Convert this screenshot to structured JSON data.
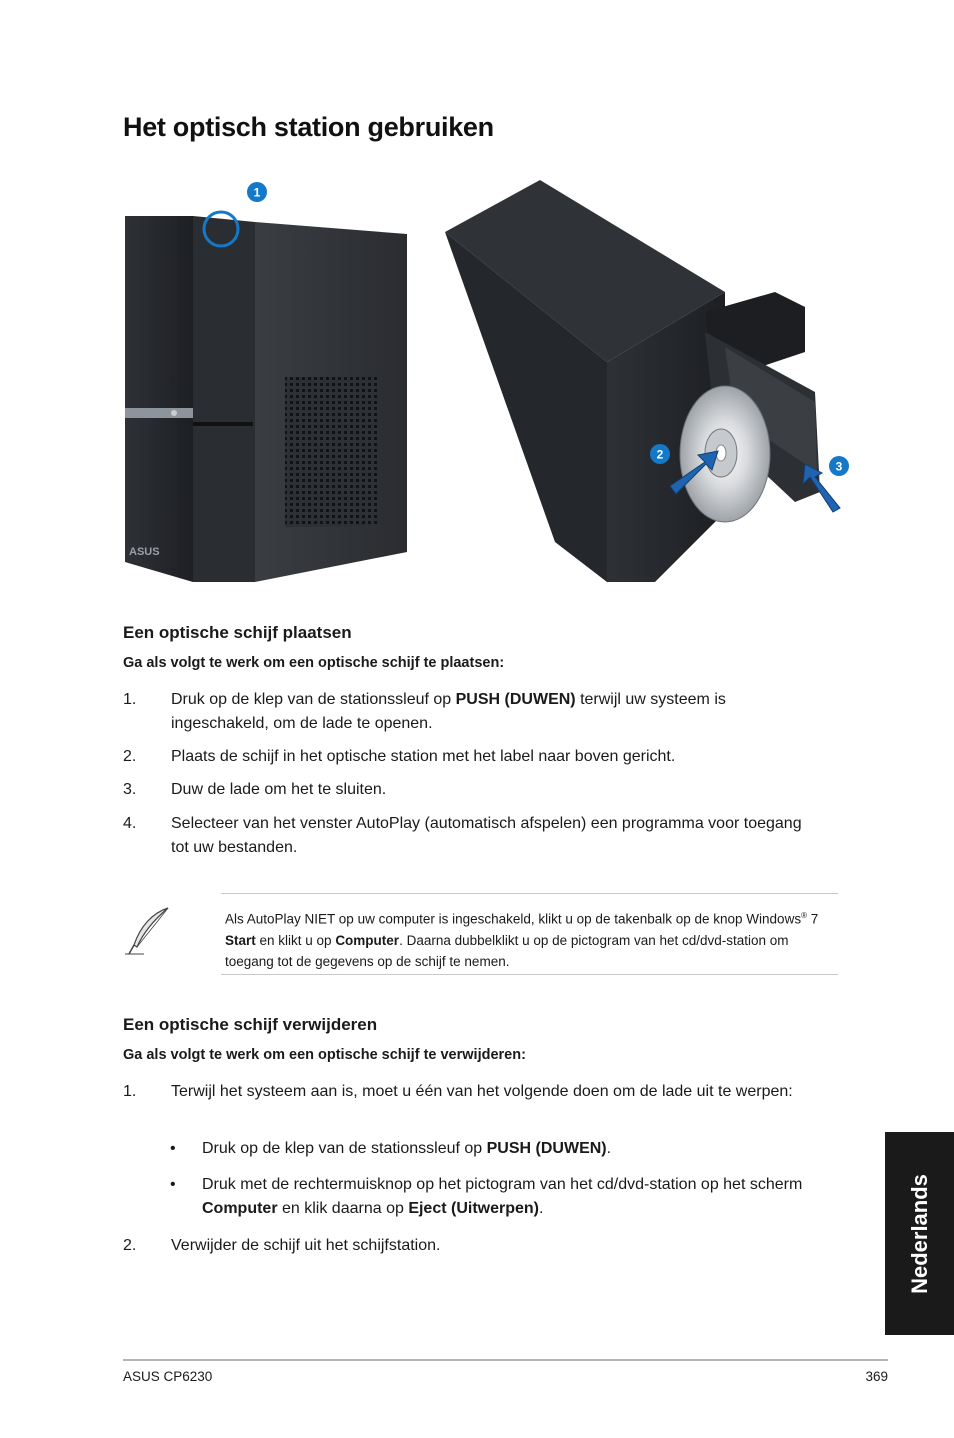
{
  "title": "Het optisch station gebruiken",
  "callouts": [
    "1",
    "2",
    "3"
  ],
  "section1": {
    "heading": "Een optische schijf plaatsen",
    "intro": "Ga als volgt te werk om een optische schijf te plaatsen:",
    "steps": [
      {
        "num": "1.",
        "pre": "Druk op de klep van de stationssleuf op ",
        "bold": "PUSH (DUWEN)",
        "post": " terwijl uw systeem is ingeschakeld, om de lade te openen."
      },
      {
        "num": "2.",
        "text": "Plaats de schijf in het optische station met het label naar boven gericht."
      },
      {
        "num": "3.",
        "text": "Duw de lade om het te sluiten."
      },
      {
        "num": "4.",
        "text": "Selecteer van het venster AutoPlay (automatisch afspelen) een programma voor toegang tot uw bestanden."
      }
    ]
  },
  "note": {
    "part1": "Als AutoPlay NIET op uw computer is ingeschakeld, klikt u op de takenbalk op de knop Windows",
    "sup": "®",
    "part2": " 7 ",
    "bold1": "Start",
    "part3": " en klikt u op ",
    "bold2": "Computer",
    "part4": ". Daarna dubbelklikt u op de pictogram van het cd/dvd-station om toegang tot de gegevens op de schijf te nemen."
  },
  "section2": {
    "heading": "Een optische schijf verwijderen",
    "intro": "Ga als volgt te werk om een optische schijf te verwijderen:",
    "step1": {
      "num": "1.",
      "text": "Terwijl het systeem aan is, moet u één van het volgende doen om de lade uit te werpen:"
    },
    "bullets": [
      {
        "pre": "Druk op de klep van de stationssleuf op ",
        "bold": "PUSH (DUWEN)",
        "post": "."
      },
      {
        "pre": "Druk met de rechtermuisknop op het pictogram van het cd/dvd-station op het scherm ",
        "bold": "Computer",
        "mid": " en klik daarna op ",
        "bold2": "Eject (Uitwerpen)",
        "post": "."
      }
    ],
    "step2": {
      "num": "2.",
      "text": "Verwijder de schijf uit het schijfstation."
    }
  },
  "bullet_char": "•",
  "side_tab": "Nederlands",
  "footer": {
    "left": "ASUS CP6230",
    "right": "369"
  },
  "colors": {
    "callout": "#1479c9",
    "tab_bg": "#1a1a1a"
  }
}
